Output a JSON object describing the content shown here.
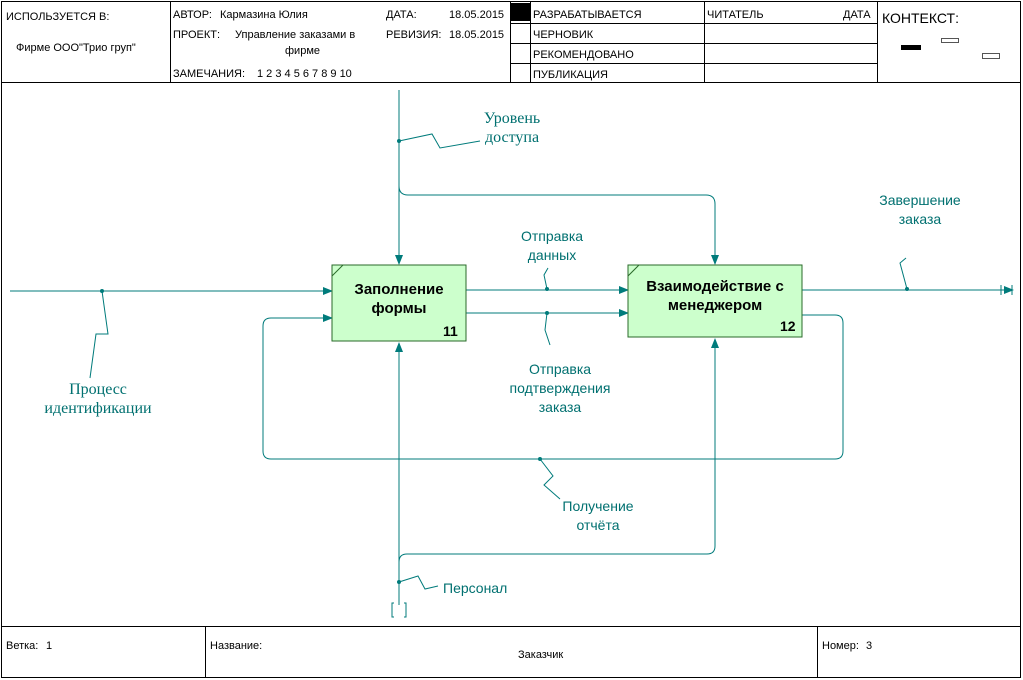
{
  "header": {
    "used_in_label": "ИСПОЛЬЗУЕТСЯ В:",
    "used_in_value": "Фирме ООО\"Трио груп\"",
    "author_label": "АВТОР:",
    "author_value": "Кармазина Юлия",
    "project_label": "ПРОЕКТ:",
    "project_value_line1": "Управление заказами в",
    "project_value_line2": "фирме",
    "notes_label": "ЗАМЕЧАНИЯ:",
    "notes_value": "1 2 3 4 5 6 7 8 9 10",
    "date_label": "ДАТА:",
    "date_value": "18.05.2015",
    "revision_label": "РЕВИЗИЯ:",
    "revision_value": "18.05.2015",
    "status": [
      "РАЗРАБАТЫВАЕТСЯ",
      "ЧЕРНОВИК",
      "РЕКОМЕНДОВАНО",
      "ПУБЛИКАЦИЯ"
    ],
    "reader_label": "ЧИТАТЕЛЬ",
    "reader_date_label": "ДАТА",
    "context_label": "КОНТЕКСТ:"
  },
  "diagram": {
    "boxes": [
      {
        "title_line1": "Заполнение",
        "title_line2": "формы",
        "number": "11"
      },
      {
        "title_line1": "Взаимодействие с",
        "title_line2": "менеджером",
        "number": "12"
      }
    ],
    "arrows": {
      "access_level": [
        "Уровень",
        "доступа"
      ],
      "send_data": [
        "Отправка",
        "данных"
      ],
      "order_complete": [
        "Завершение",
        "заказа"
      ],
      "identification": [
        "Процесс",
        "идентификации"
      ],
      "order_confirm": [
        "Отправка",
        "подтверждения",
        "заказа"
      ],
      "report": [
        "Получение",
        "отчёта"
      ],
      "staff": "Персонал"
    },
    "colors": {
      "arrow": "#007b7b",
      "label": "#007070",
      "box_fill": "#ccffcc"
    }
  },
  "footer": {
    "branch_label": "Ветка:",
    "branch_value": "1",
    "name_label": "Название:",
    "name_value": "Заказчик",
    "number_label": "Номер:",
    "number_value": "3"
  }
}
